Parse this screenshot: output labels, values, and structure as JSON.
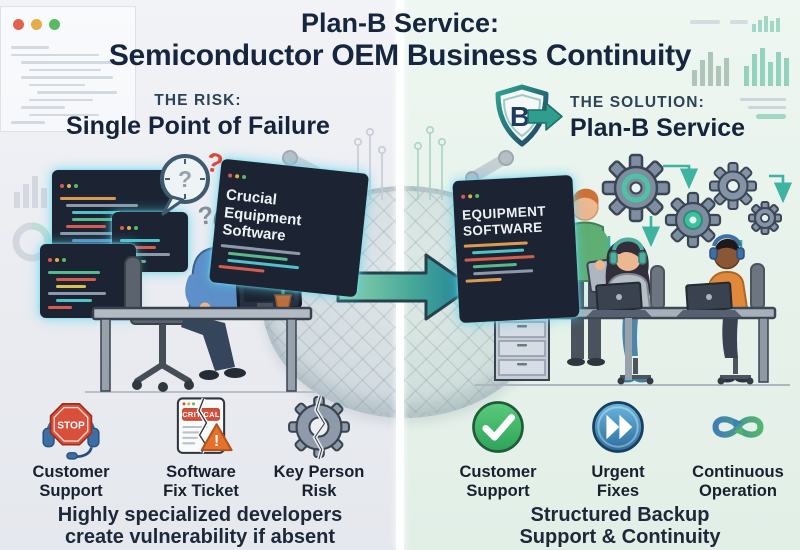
{
  "title": {
    "line1": "Plan-B Service:",
    "line2": "Semiconductor OEM Business Continuity"
  },
  "risk": {
    "kicker": "THE RISK:",
    "heading": "Single Point of Failure",
    "screen_title_lines": [
      "Crucial Equipment",
      "Software"
    ],
    "question_glyph": "?",
    "stop_badge": "STOP",
    "ticket_badge": "CRITICAL",
    "warning_glyph": "!",
    "items": [
      {
        "label_lines": [
          "Customer",
          "Support"
        ]
      },
      {
        "label_lines": [
          "Software",
          "Fix Ticket"
        ]
      },
      {
        "label_lines": [
          "Key Person",
          "Risk"
        ]
      }
    ],
    "caption_lines": [
      "Highly specialized developers",
      "create vulnerability if absent"
    ]
  },
  "solution": {
    "kicker": "THE SOLUTION:",
    "heading": "Plan-B Service",
    "logo_letter": "B",
    "screen_title_lines": [
      "EQUIPMENT",
      "SOFTWARE"
    ],
    "items": [
      {
        "label_lines": [
          "Customer",
          "Support"
        ]
      },
      {
        "label_lines": [
          "Urgent",
          "Fixes"
        ]
      },
      {
        "label_lines": [
          "Continuous",
          "Operation"
        ]
      }
    ],
    "caption_lines": [
      "Structured Backup",
      "Support & Continuity"
    ]
  },
  "colors": {
    "navy": "#17263f",
    "accent_teal": "#2f9e8f",
    "risk_red": "#d8503c",
    "warning_orange": "#e4712c",
    "success_green": "#3cb96a",
    "info_blue": "#2e74a8"
  }
}
